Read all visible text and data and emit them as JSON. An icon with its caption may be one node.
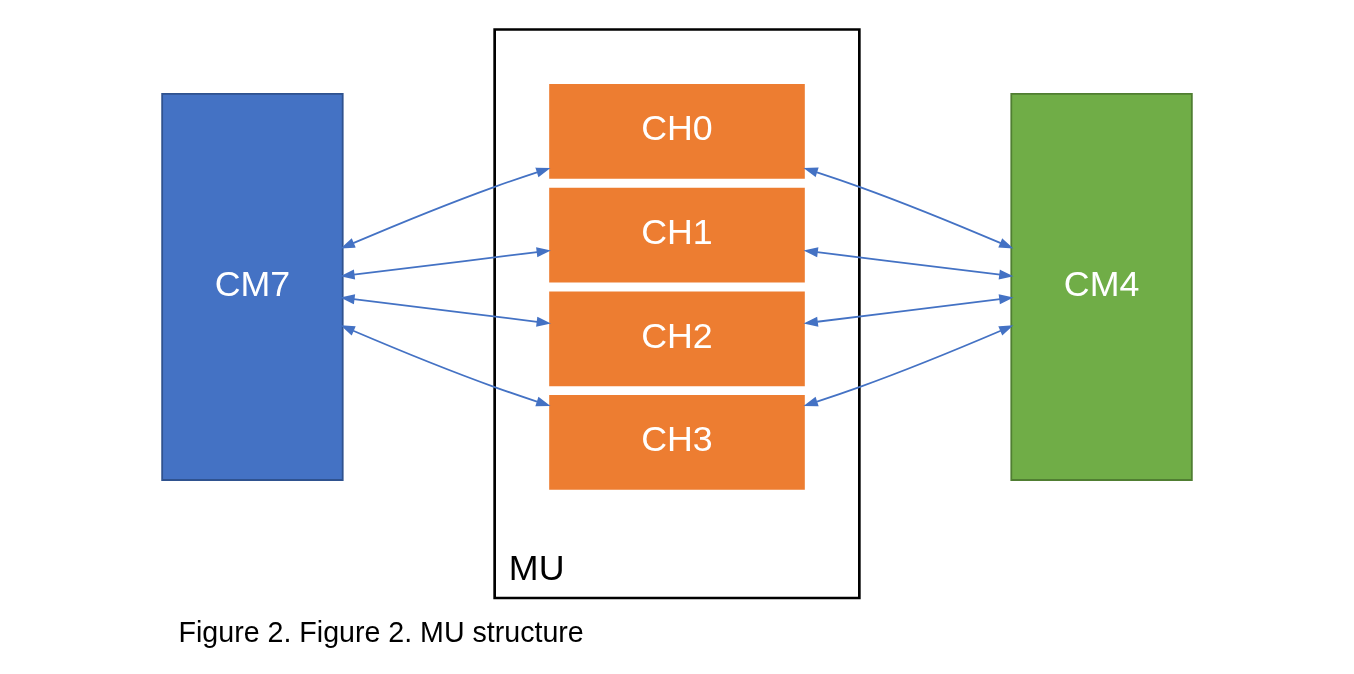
{
  "diagram": {
    "caption": "Figure 2. Figure 2. MU structure",
    "nodes": [
      {
        "text": [
          "CM7"
        ]
      },
      {
        "text": [
          "MU"
        ]
      },
      {
        "text": [
          "CH0"
        ],
        "in": 1
      },
      {
        "text": [
          "CH1"
        ],
        "in": 1
      },
      {
        "text": [
          "CH2"
        ],
        "in": 1
      },
      {
        "text": [
          "CH3"
        ],
        "in": 1
      },
      {
        "text": [
          "CM4"
        ]
      }
    ],
    "edges": [
      {
        "from": 0,
        "to": 2,
        "arrow": "both"
      },
      {
        "from": 0,
        "to": 3,
        "arrow": "both"
      },
      {
        "from": 0,
        "to": 4,
        "arrow": "both"
      },
      {
        "from": 0,
        "to": 5,
        "arrow": "both"
      },
      {
        "from": 2,
        "to": 6,
        "arrow": "both"
      },
      {
        "from": 3,
        "to": 6,
        "arrow": "both"
      },
      {
        "from": 4,
        "to": 6,
        "arrow": "both"
      },
      {
        "from": 5,
        "to": 6,
        "arrow": "both"
      }
    ]
  }
}
